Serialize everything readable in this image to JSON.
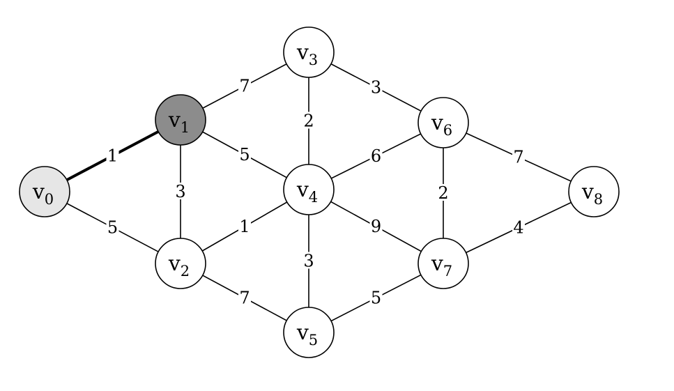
{
  "colors": {
    "default_fill": "#ffffff",
    "visited_fill": "#e6e6e6",
    "current_fill": "#8c8c8c",
    "edge": "#000000"
  },
  "nodes": [
    {
      "id": "v0",
      "base": "v",
      "sub": "0",
      "state": "visited"
    },
    {
      "id": "v1",
      "base": "v",
      "sub": "1",
      "state": "current"
    },
    {
      "id": "v2",
      "base": "v",
      "sub": "2",
      "state": "default"
    },
    {
      "id": "v3",
      "base": "v",
      "sub": "3",
      "state": "default"
    },
    {
      "id": "v4",
      "base": "v",
      "sub": "4",
      "state": "default"
    },
    {
      "id": "v5",
      "base": "v",
      "sub": "5",
      "state": "default"
    },
    {
      "id": "v6",
      "base": "v",
      "sub": "6",
      "state": "default"
    },
    {
      "id": "v7",
      "base": "v",
      "sub": "7",
      "state": "default"
    },
    {
      "id": "v8",
      "base": "v",
      "sub": "8",
      "state": "default"
    }
  ],
  "edges": [
    {
      "from": "v0",
      "to": "v1",
      "weight": "1",
      "highlighted": true
    },
    {
      "from": "v0",
      "to": "v2",
      "weight": "5",
      "highlighted": false
    },
    {
      "from": "v1",
      "to": "v3",
      "weight": "7",
      "highlighted": false
    },
    {
      "from": "v1",
      "to": "v2",
      "weight": "3",
      "highlighted": false
    },
    {
      "from": "v1",
      "to": "v4",
      "weight": "5",
      "highlighted": false
    },
    {
      "from": "v3",
      "to": "v4",
      "weight": "2",
      "highlighted": false
    },
    {
      "from": "v3",
      "to": "v6",
      "weight": "3",
      "highlighted": false
    },
    {
      "from": "v2",
      "to": "v4",
      "weight": "1",
      "highlighted": false
    },
    {
      "from": "v2",
      "to": "v5",
      "weight": "7",
      "highlighted": false
    },
    {
      "from": "v4",
      "to": "v6",
      "weight": "6",
      "highlighted": false
    },
    {
      "from": "v4",
      "to": "v5",
      "weight": "3",
      "highlighted": false
    },
    {
      "from": "v4",
      "to": "v7",
      "weight": "9",
      "highlighted": false
    },
    {
      "from": "v6",
      "to": "v7",
      "weight": "2",
      "highlighted": false
    },
    {
      "from": "v6",
      "to": "v8",
      "weight": "7",
      "highlighted": false
    },
    {
      "from": "v7",
      "to": "v8",
      "weight": "4",
      "highlighted": false
    },
    {
      "from": "v5",
      "to": "v7",
      "weight": "5",
      "highlighted": false
    }
  ]
}
